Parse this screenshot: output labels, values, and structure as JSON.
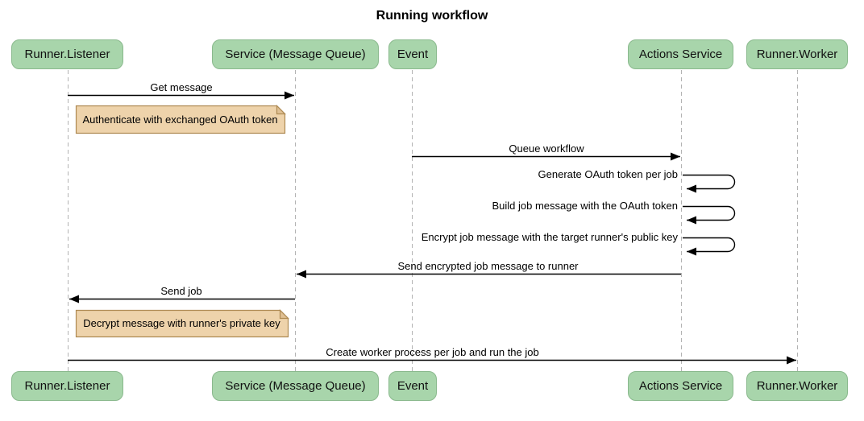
{
  "title": "Running workflow",
  "diagram_type": "sequence",
  "participants": [
    {
      "label": "Runner.Listener"
    },
    {
      "label": "Service (Message Queue)"
    },
    {
      "label": "Event"
    },
    {
      "label": "Actions Service"
    },
    {
      "label": "Runner.Worker"
    }
  ],
  "messages": [
    {
      "from": "Runner.Listener",
      "to": "Service (Message Queue)",
      "kind": "arrow",
      "label": "Get message"
    },
    {
      "from": "Event",
      "to": "Actions Service",
      "kind": "arrow",
      "label": "Queue workflow"
    },
    {
      "from": "Actions Service",
      "to": "Actions Service",
      "kind": "self",
      "label": "Generate OAuth token per job"
    },
    {
      "from": "Actions Service",
      "to": "Actions Service",
      "kind": "self",
      "label": "Build job message with the OAuth token"
    },
    {
      "from": "Actions Service",
      "to": "Actions Service",
      "kind": "self",
      "label": "Encrypt job message with the target runner's public key"
    },
    {
      "from": "Actions Service",
      "to": "Service (Message Queue)",
      "kind": "arrow",
      "label": "Send encrypted job message to runner"
    },
    {
      "from": "Service (Message Queue)",
      "to": "Runner.Listener",
      "kind": "arrow",
      "label": "Send job"
    },
    {
      "from": "Runner.Listener",
      "to": "Runner.Worker",
      "kind": "arrow",
      "label": "Create worker process per job and run the job"
    }
  ],
  "notes": [
    {
      "over": "Runner.Listener",
      "label": "Authenticate with exchanged OAuth token"
    },
    {
      "over": "Runner.Listener",
      "label": "Decrypt message with runner's private key"
    }
  ],
  "colors": {
    "background": "#ffffff",
    "participant_fill": "#a8d5ab",
    "participant_border": "#8ab98d",
    "note_fill": "#eed3ab",
    "note_fold": "#dfc094",
    "note_border": "#ae8a53",
    "lifeline": "#b3b3b3",
    "arrow": "#000000",
    "text": "#000000"
  }
}
